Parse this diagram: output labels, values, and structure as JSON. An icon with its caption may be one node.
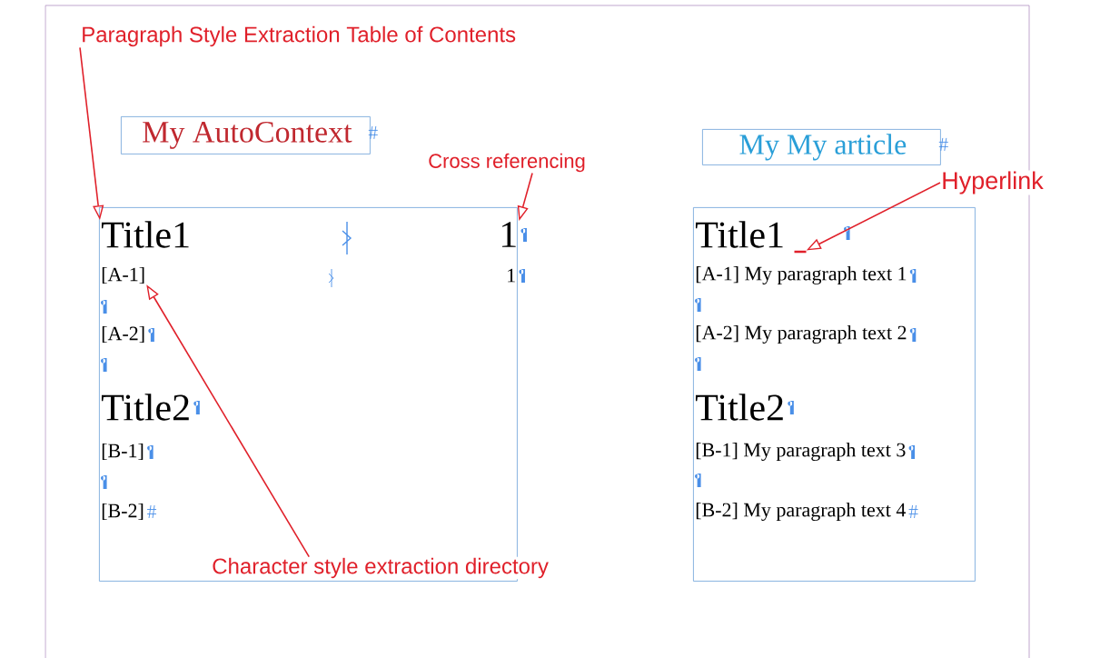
{
  "diagram": {
    "nodes": [
      {
        "text": [
          "Paragraph Style Extraction Table of Contents"
        ]
      },
      {
        "text": [
          "My AutoContext"
        ]
      },
      {
        "text": [
          "Cross referencing"
        ]
      },
      {
        "text": [],
        "shape": "box"
      },
      {
        "text": [
          "Title1"
        ],
        "in": 3
      },
      {
        "text": [
          "1"
        ],
        "in": 3
      },
      {
        "text": [
          "[A-1]"
        ],
        "in": 3
      },
      {
        "text": [
          "1"
        ],
        "in": 3
      },
      {
        "text": [
          "[A-2]"
        ],
        "in": 3
      },
      {
        "text": [
          "Title2"
        ],
        "in": 3
      },
      {
        "text": [
          "[B-1]"
        ],
        "in": 3
      },
      {
        "text": [
          "[B-2]"
        ],
        "in": 3
      },
      {
        "text": [
          "Character style extraction directory"
        ]
      },
      {
        "text": [
          "My My article"
        ]
      },
      {
        "text": [
          "Hyperlink"
        ]
      },
      {
        "text": [],
        "shape": "box"
      },
      {
        "text": [
          "Title1"
        ],
        "in": 15
      },
      {
        "text": [],
        "shape": "bar",
        "in": 15
      },
      {
        "text": [
          "[A-1] My paragraph text 1"
        ],
        "in": 15
      },
      {
        "text": [
          "[A-2] My paragraph text 2"
        ],
        "in": 15
      },
      {
        "text": [
          "Title2"
        ],
        "in": 15
      },
      {
        "text": [
          "[B-1] My paragraph text 3"
        ],
        "in": 15
      },
      {
        "text": [
          "[B-2] My paragraph text 4"
        ],
        "in": 15
      }
    ],
    "edges": [
      {
        "from": 0,
        "to": 4,
        "arrow": "to"
      },
      {
        "from": 2,
        "to": 5,
        "arrow": "to"
      },
      {
        "from": 12,
        "to": 6,
        "arrow": "to"
      },
      {
        "from": 14,
        "to": 17,
        "arrow": "to"
      }
    ]
  }
}
